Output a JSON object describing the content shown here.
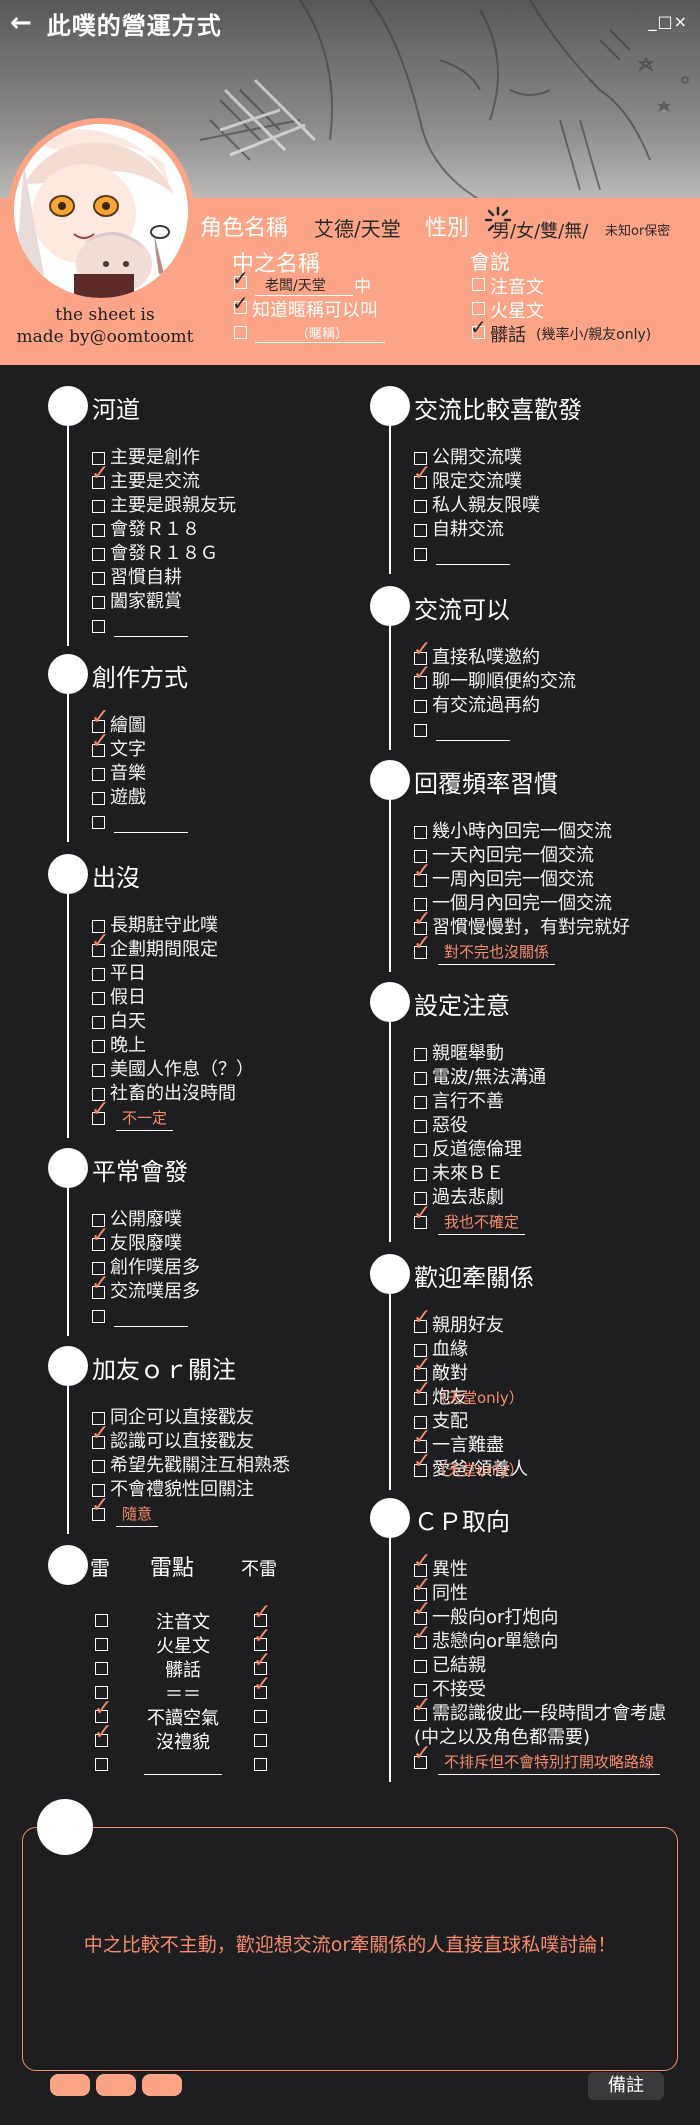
{
  "window": {
    "title": "此噗的營運方式",
    "controls": "_□×"
  },
  "header": {
    "credit_line1": "the sheet is",
    "credit_line2": "made by@oomtoomt",
    "char_name_label": "角色名稱",
    "char_name_value": "艾德/天堂",
    "gender_label": "性別",
    "gender_options": "男/女/雙/無/",
    "gender_unknown": "未知or保密",
    "pl_name_label": "中之名稱",
    "pl_name_value": "老闆/天堂",
    "pl_name_suffix": "中",
    "pl_nick_known": "知道暱稱可以叫",
    "pl_nick_placeholder": "（暱稱）",
    "speech_label": "會說",
    "speech_opts": [
      "注音文",
      "火星文",
      "髒話"
    ],
    "speech_note": "(幾率小/親友only)"
  },
  "sections": {
    "river": {
      "title": "河道",
      "items": [
        "主要是創作",
        "主要是交流",
        "主要是跟親友玩",
        "會發Ｒ１８",
        "會發Ｒ１８Ｇ",
        "習慣自耕",
        "闔家觀賞",
        ""
      ],
      "checked": [
        1
      ]
    },
    "create": {
      "title": "創作方式",
      "items": [
        "繪圖",
        "文字",
        "音樂",
        "遊戲",
        ""
      ],
      "checked": [
        0,
        1
      ]
    },
    "appear": {
      "title": "出沒",
      "items": [
        "長期駐守此噗",
        "企劃期間限定",
        "平日",
        "假日",
        "白天",
        "晚上",
        "美國人作息（？）",
        "社畜的出沒時間",
        "不一定"
      ],
      "checked": [
        1,
        8
      ]
    },
    "post": {
      "title": "平常會發",
      "items": [
        "公開廢噗",
        "友限廢噗",
        "創作噗居多",
        "交流噗居多",
        ""
      ],
      "checked": [
        1,
        3
      ]
    },
    "friend": {
      "title": "加友ｏｒ關注",
      "items": [
        "同企可以直接戳友",
        "認識可以直接戳友",
        "希望先戳關注互相熟悉",
        "不會禮貌性回關注",
        "隨意"
      ],
      "checked": [
        1,
        4
      ]
    },
    "exchange": {
      "title": "交流比較喜歡發",
      "items": [
        "公開交流噗",
        "限定交流噗",
        "私人親友限噗",
        "自耕交流",
        ""
      ],
      "checked": [
        1
      ]
    },
    "canx": {
      "title": "交流可以",
      "items": [
        "直接私噗邀約",
        "聊一聊順便約交流",
        "有交流過再約",
        ""
      ],
      "checked": [
        0,
        1
      ]
    },
    "reply": {
      "title": "回覆頻率習慣",
      "items": [
        "幾小時內回完一個交流",
        "一天內回完一個交流",
        "一周內回完一個交流",
        "一個月內回完一個交流",
        "習慣慢慢對，有對完就好",
        "對不完也沒關係"
      ],
      "checked": [
        2,
        4,
        5
      ]
    },
    "setting": {
      "title": "設定注意",
      "items": [
        "親暱舉動",
        "電波/無法溝通",
        "言行不善",
        "惡役",
        "反道德倫理",
        "未來ＢＥ",
        "過去悲劇",
        "我也不確定"
      ],
      "checked": [
        7
      ]
    },
    "relation": {
      "title": "歡迎牽關係",
      "items": [
        "親朋好友",
        "血緣",
        "敵對",
        "炮友",
        "支配",
        "一言難盡",
        "愛爸/領養人"
      ],
      "notes": [
        "",
        "",
        "",
        "（天堂only）",
        "",
        "",
        "（天堂only）"
      ],
      "checked": [
        0,
        2,
        3,
        5,
        6
      ]
    },
    "cp": {
      "title": "ＣＰ取向",
      "items": [
        "異性",
        "同性",
        "一般向or打炮向",
        "悲戀向or單戀向",
        "已結親",
        "不接受",
        "需認識彼此一段時間才會考慮",
        "(中之以及角色都需要)",
        "不排斥但不會特別打開攻略路線"
      ],
      "checked": [
        0,
        1,
        2,
        3,
        6,
        8
      ]
    }
  },
  "mine": {
    "title_left": "雷",
    "title_mid": "雷點",
    "title_right": "不雷",
    "rows": [
      "注音文",
      "火星文",
      "髒話",
      "＝＝",
      "不讀空氣",
      "沒禮貌",
      ""
    ],
    "left_checked": [
      4,
      5
    ],
    "right_checked": [
      0,
      1,
      2,
      3
    ]
  },
  "note": {
    "text": "中之比較不主動，歡迎想交流or牽關係的人直接直球私噗討論！"
  },
  "footer": {
    "memo_label": "備註"
  },
  "colors": {
    "accent": "#fca486",
    "check": "#f58b6c",
    "background": "#1e1e20"
  }
}
